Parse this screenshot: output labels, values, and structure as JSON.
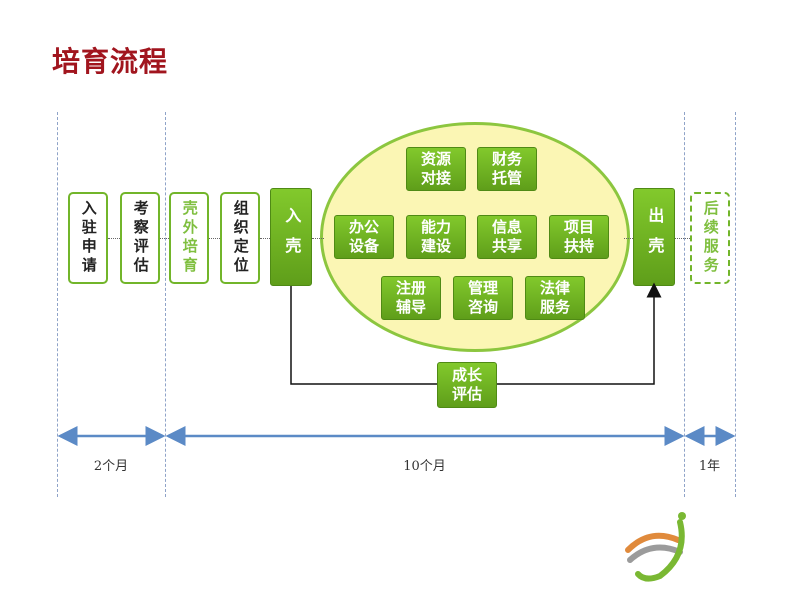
{
  "title": "培育流程",
  "stages": {
    "apply": "入驻申请",
    "assess": "考察评估",
    "pre_incubation": "壳外培育",
    "organize": "组织定位",
    "enter": "入壳",
    "exit": "出壳",
    "follow_up": "后续服务"
  },
  "services": {
    "resource": [
      "资源",
      "对接"
    ],
    "finance": [
      "财务",
      "托管"
    ],
    "office": [
      "办公",
      "设备"
    ],
    "capability": [
      "能力",
      "建设"
    ],
    "info": [
      "信息",
      "共享"
    ],
    "project": [
      "项目",
      "扶持"
    ],
    "register": [
      "注册",
      "辅导"
    ],
    "consult": [
      "管理",
      "咨询"
    ],
    "legal": [
      "法律",
      "服务"
    ]
  },
  "growth": [
    "成长",
    "评估"
  ],
  "timeline": {
    "seg1": "2个月",
    "seg2": "10个月",
    "seg3": "1年"
  },
  "colors": {
    "title": "#a1151e",
    "green": "#6fb225",
    "ellipse_fill": "#fbf6b4",
    "timeline": "#5b8ac6"
  }
}
